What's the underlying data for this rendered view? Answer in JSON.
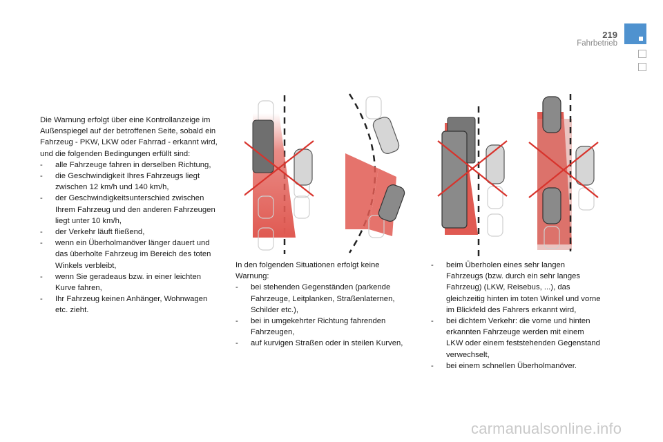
{
  "header": {
    "page_number": "219",
    "section_title": "Fahrbetrieb"
  },
  "column1": {
    "intro": "Die Warnung erfolgt über eine Kontrollanzeige im Außenspiegel auf der betroffenen Seite, sobald ein Fahrzeug - PKW, LKW oder Fahrrad - erkannt wird, und die folgenden Bedingungen erfüllt sind:",
    "items": [
      "alle Fahrzeuge fahren in derselben Richtung,",
      "die Geschwindigkeit Ihres Fahrzeugs liegt zwischen 12 km/h und 140 km/h,",
      "der Geschwindigkeitsunterschied zwischen Ihrem Fahrzeug und den anderen Fahrzeugen liegt unter 10 km/h,",
      "der Verkehr läuft fließend,",
      "wenn ein Überholmanöver länger dauert und das überholte Fahrzeug im Bereich des toten Winkels verbleibt,",
      "wenn Sie geradeaus bzw. in einer leichten Kurve fahren,",
      "Ihr Fahrzeug keinen Anhänger, Wohnwagen etc. zieht."
    ]
  },
  "column2": {
    "intro": "In den folgenden Situationen erfolgt keine Warnung:",
    "items": [
      "bei stehenden Gegenständen (parkende Fahrzeuge, Leitplanken, Straßenlaternen, Schilder etc.),",
      "bei in umgekehrter Richtung fahrenden Fahrzeugen,",
      "auf kurvigen Straßen oder in steilen Kurven,"
    ]
  },
  "column3": {
    "items": [
      "beim Überholen eines sehr langen Fahrzeugs (bzw. durch ein sehr langes Fahrzeug) (LKW, Reisebus, ...), das gleichzeitig hinten im toten Winkel und vorne im Blickfeld des Fahrers erkannt wird,",
      "bei dichtem Verkehr: die vorne und hinten erkannten Fahrzeuge werden mit einem LKW oder einem feststehenden Gegenstand verwechselt,",
      "bei einem schnellen Überholmanöver."
    ]
  },
  "watermark": "carmanualsonline.info",
  "colors": {
    "accent_blue": "#4f92cf",
    "warning_red": "#e05a52",
    "cross_red": "#d8332c"
  },
  "icons": [
    "page-tab-marker",
    "stationary-objects-illustration",
    "curve-illustration",
    "long-vehicle-illustration",
    "dense-traffic-illustration"
  ]
}
